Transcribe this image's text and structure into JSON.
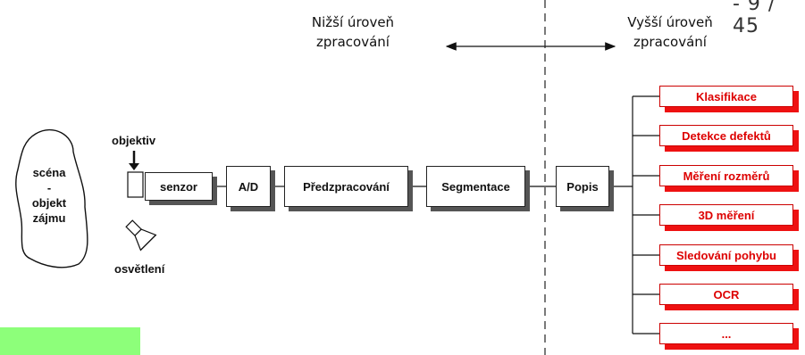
{
  "page_number": "- 9 / 45",
  "header": {
    "lower_level": [
      "Nižší úroveň",
      "zpracování"
    ],
    "higher_level": [
      "Vyšší úroveň",
      "zpracování"
    ]
  },
  "scene": [
    "scéna",
    "-",
    "objekt",
    "zájmu"
  ],
  "labels": {
    "lens": "objektiv",
    "lighting": "osvětlení"
  },
  "pipeline": {
    "sensor": "senzor",
    "ad": "A/D",
    "preprocessing": "Předzpracování",
    "segmentation": "Segmentace",
    "description": "Popis"
  },
  "outputs": [
    "Klasifikace",
    "Detekce defektů",
    "Měření rozměrů",
    "3D měření",
    "Sledování pohybu",
    "OCR",
    "..."
  ],
  "colors": {
    "output_text": "#dd0000",
    "output_shadow": "#ee1111",
    "highlight": "#8dff7a"
  }
}
